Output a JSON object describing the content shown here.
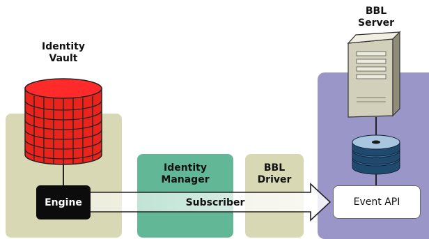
{
  "nodes": {
    "identity_vault": {
      "line1": "Identity",
      "line2": "Vault"
    },
    "engine": "Engine",
    "identity_manager": {
      "line1": "Identity",
      "line2": "Manager"
    },
    "bbl_driver": {
      "line1": "BBL",
      "line2": "Driver"
    },
    "bbl_server": {
      "line1": "BBL",
      "line2": "Server"
    },
    "event_api": "Event API"
  },
  "connection": {
    "label": "Subscriber",
    "direction": "engine-to-event-api"
  },
  "colors": {
    "vault_red": "#e8241c",
    "panel_tan": "#d8d8b4",
    "panel_green": "#62b896",
    "panel_purple": "#9a97c8",
    "db_navy": "#1f4a6e"
  },
  "icons": [
    "database-cylinder-icon",
    "server-tower-icon",
    "database-stack-icon",
    "arrow-right-icon"
  ]
}
